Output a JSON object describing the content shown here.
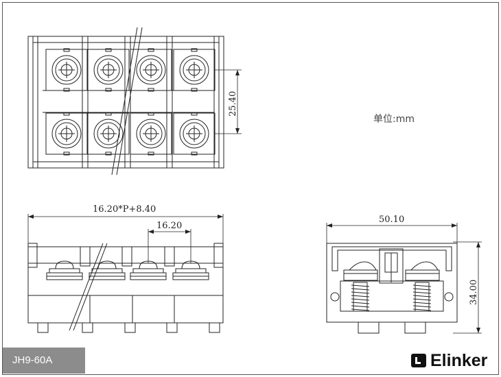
{
  "title_block": {
    "model": "JH9-60A",
    "brand": "Elinker",
    "unit_note": "单位:mm"
  },
  "dimensions": {
    "top_view_pitch_height": "25.40",
    "front_total_length": "16.20*P+8.40",
    "front_pitch": "16.20",
    "side_width": "50.10",
    "side_height": "34.00"
  },
  "colors": {
    "line": "#222222",
    "frame": "#555555",
    "model_box_bg": "#8c8c8c",
    "brand_text": "#111111"
  },
  "icons": [
    "elinker-logo-icon",
    "screw-icon"
  ]
}
